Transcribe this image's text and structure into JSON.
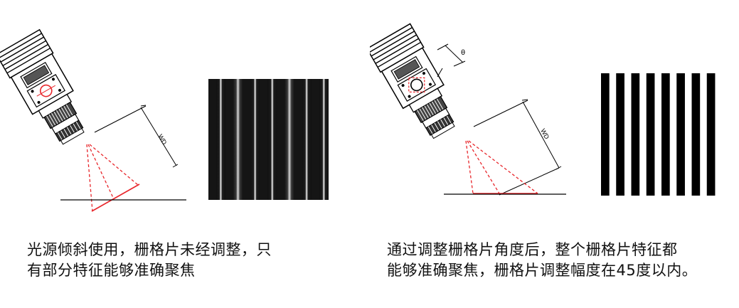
{
  "left_panel": {
    "wd_label": "WD",
    "caption_line1": "光源倾斜使用，栅格片未经调整，只",
    "caption_line2": "有部分特征能够准确聚焦",
    "grating": {
      "bars": 7,
      "focus": "partial"
    }
  },
  "right_panel": {
    "wd_label": "WD",
    "theta_label": "θ",
    "caption_line1": "通过调整栅格片角度后，整个栅格片特征都",
    "caption_line2": "能够准确聚焦，栅格片调整幅度在45度以内。",
    "grating": {
      "bars": 8,
      "focus": "full"
    }
  },
  "colors": {
    "laser_red": "#e8262b",
    "ink": "#000000"
  }
}
